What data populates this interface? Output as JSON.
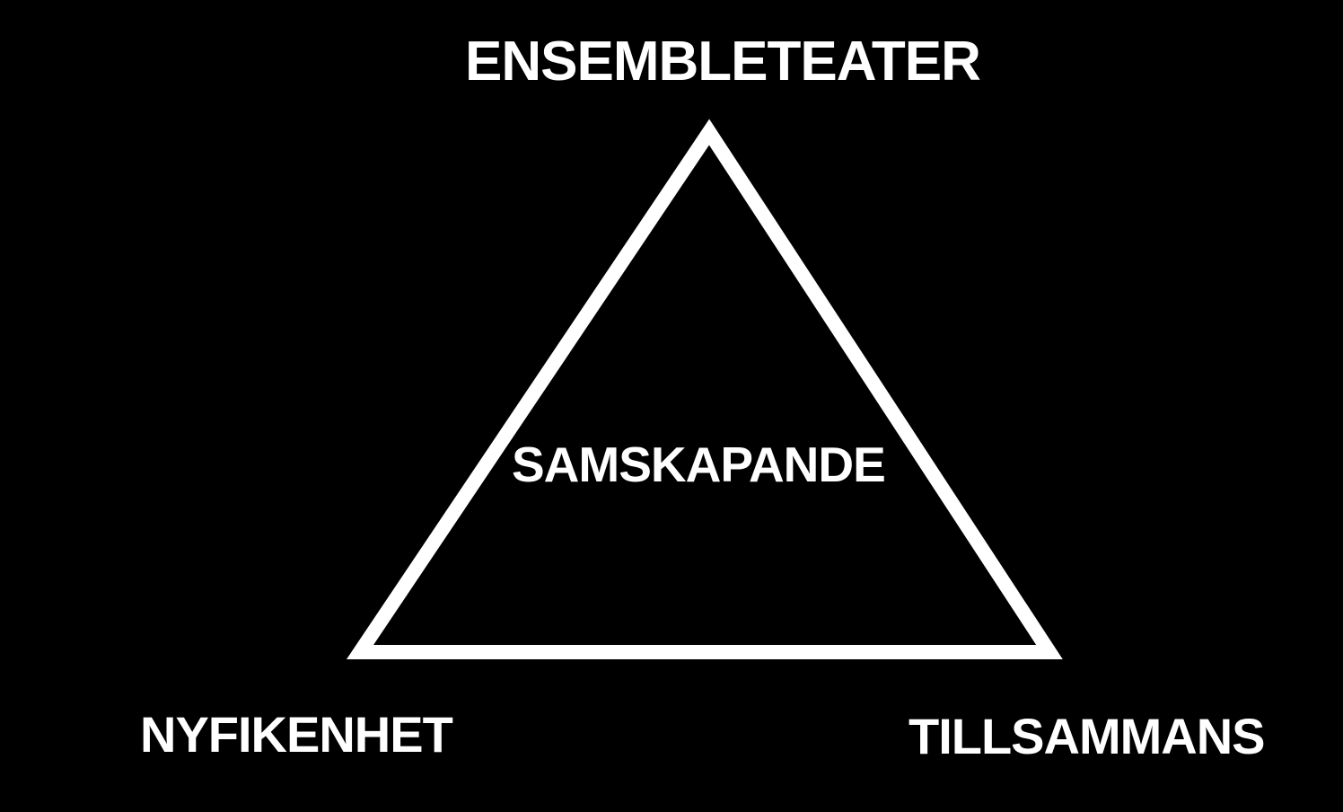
{
  "diagram": {
    "background_color": "#000000",
    "foreground_color": "#ffffff",
    "shape": "triangle",
    "vertices": {
      "top": "ENSEMBLETEATER",
      "bottom_left": "NYFIKENHET",
      "bottom_right": "TILLSAMMANS"
    },
    "center": "SAMSKAPANDE"
  }
}
